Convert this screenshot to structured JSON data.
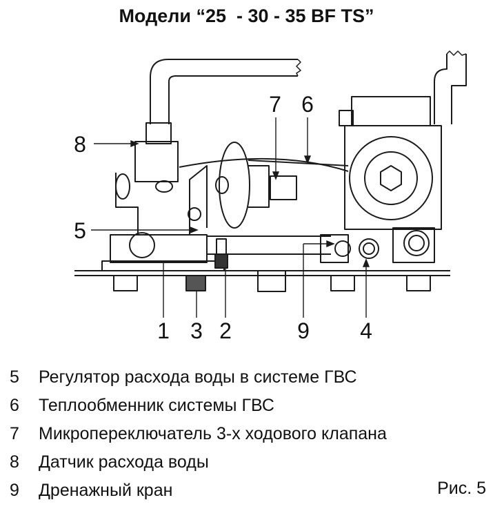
{
  "title": "Модели “25  - 30 - 35 BF TS”",
  "callouts": {
    "c1": "1",
    "c2": "2",
    "c3": "3",
    "c4": "4",
    "c5": "5",
    "c6": "6",
    "c7": "7",
    "c8": "8",
    "c9": "9"
  },
  "legend": [
    {
      "num": "5",
      "text": "Регулятор расхода воды в системе ГВС"
    },
    {
      "num": "6",
      "text": "Теплообменник системы ГВС"
    },
    {
      "num": "7",
      "text": "Микропереключатель 3-х ходового клапана"
    },
    {
      "num": "8",
      "text": "Датчик расхода воды"
    },
    {
      "num": "9",
      "text": "Дренажный кран"
    }
  ],
  "figure_label": "Рис. 5"
}
